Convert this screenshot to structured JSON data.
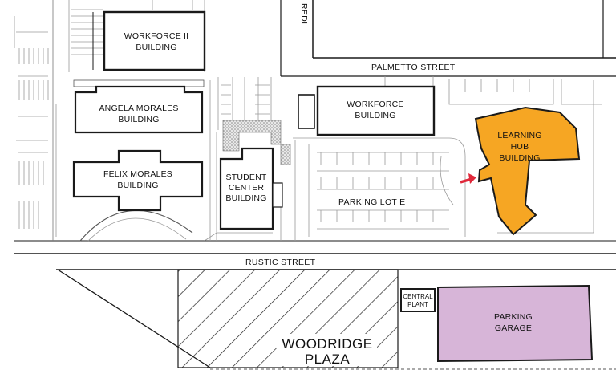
{
  "streets": {
    "palmetto": "PALMETTO STREET",
    "rustic": "RUSTIC STREET",
    "vertical": "REDI"
  },
  "buildings": {
    "workforce_ii": [
      "WORKFORCE II",
      "BUILDING"
    ],
    "angela_morales": [
      "ANGELA MORALES",
      "BUILDING"
    ],
    "felix_morales": [
      "FELIX MORALES",
      "BUILDING"
    ],
    "workforce": [
      "WORKFORCE",
      "BUILDING"
    ],
    "student_center": [
      "STUDENT",
      "CENTER",
      "BUILDING"
    ],
    "learning_hub": [
      "LEARNING",
      "HUB",
      "BUILDING"
    ],
    "central_plant": [
      "CENTRAL",
      "PLANT"
    ],
    "parking_garage": [
      "PARKING",
      "GARAGE"
    ]
  },
  "areas": {
    "parking_lot_e": "PARKING LOT E",
    "woodridge_plaza": [
      "WOODRIDGE",
      "PLAZA"
    ]
  },
  "colors": {
    "highlight_building": "#f6a623",
    "parking_garage": "#d7b5d8",
    "arrow": "#e0283a",
    "outline": "#1a1a1a",
    "light_line": "#9a9a9a"
  }
}
